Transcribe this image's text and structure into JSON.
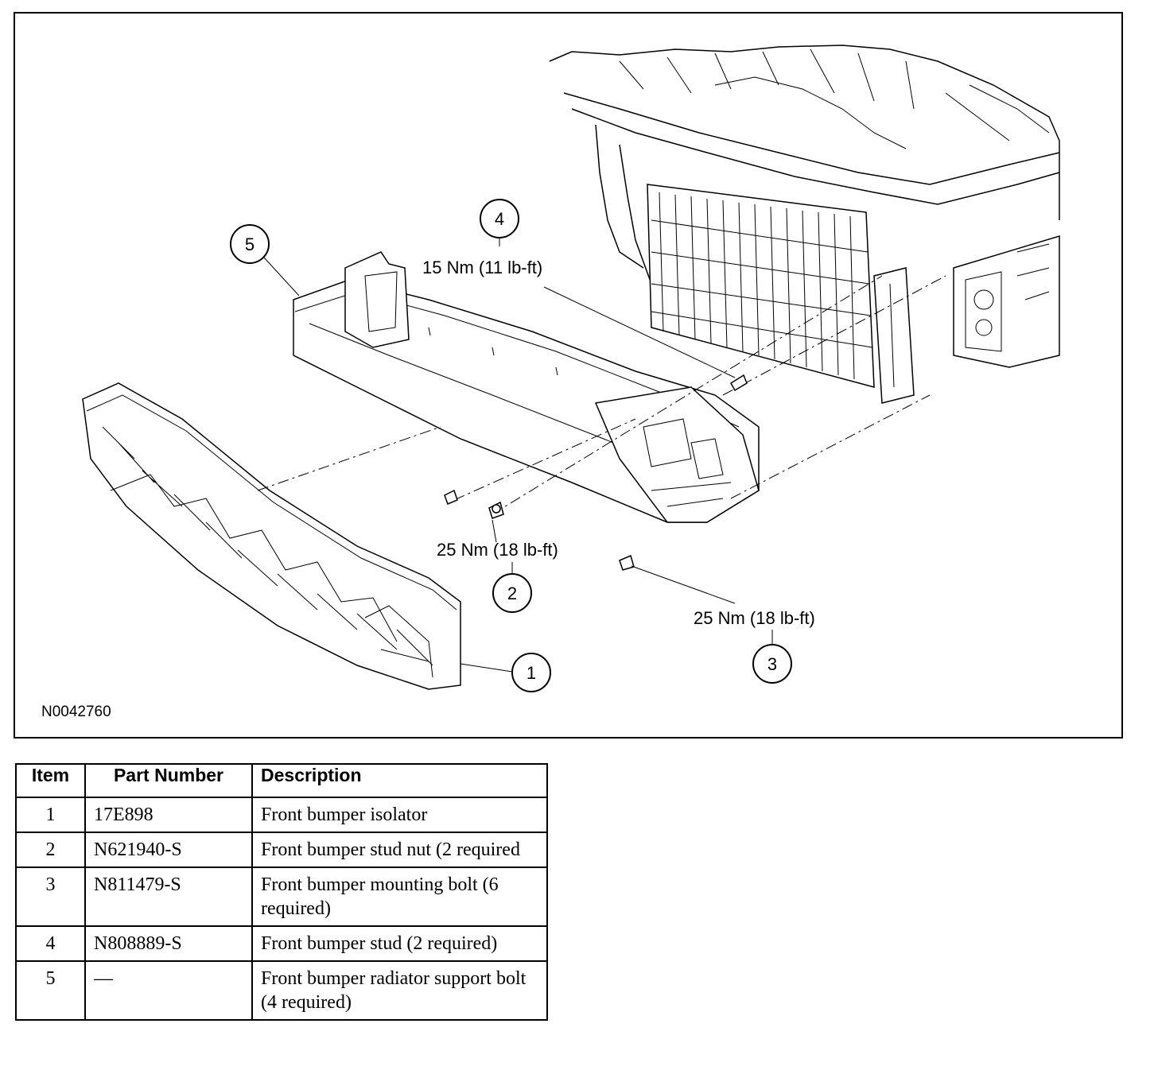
{
  "figure": {
    "id": "N0042760",
    "callouts": [
      "1",
      "2",
      "3",
      "4",
      "5"
    ],
    "torques": {
      "stud": "15 Nm (11 lb-ft)",
      "stud_nut": "25 Nm (18 lb-ft)",
      "mounting_bolt": "25 Nm (18 lb-ft)"
    }
  },
  "table": {
    "headers": [
      "Item",
      "Part Number",
      "Description"
    ],
    "rows": [
      {
        "item": "1",
        "part": "17E898",
        "desc": "Front bumper isolator"
      },
      {
        "item": "2",
        "part": "N621940-S",
        "desc": "Front bumper stud nut (2 required"
      },
      {
        "item": "3",
        "part": "N811479-S",
        "desc": "Front bumper mounting bolt (6 required)"
      },
      {
        "item": "4",
        "part": "N808889-S",
        "desc": "Front bumper stud (2 required)"
      },
      {
        "item": "5",
        "part": "—",
        "desc": "Front bumper radiator support bolt (4 required)"
      }
    ]
  }
}
